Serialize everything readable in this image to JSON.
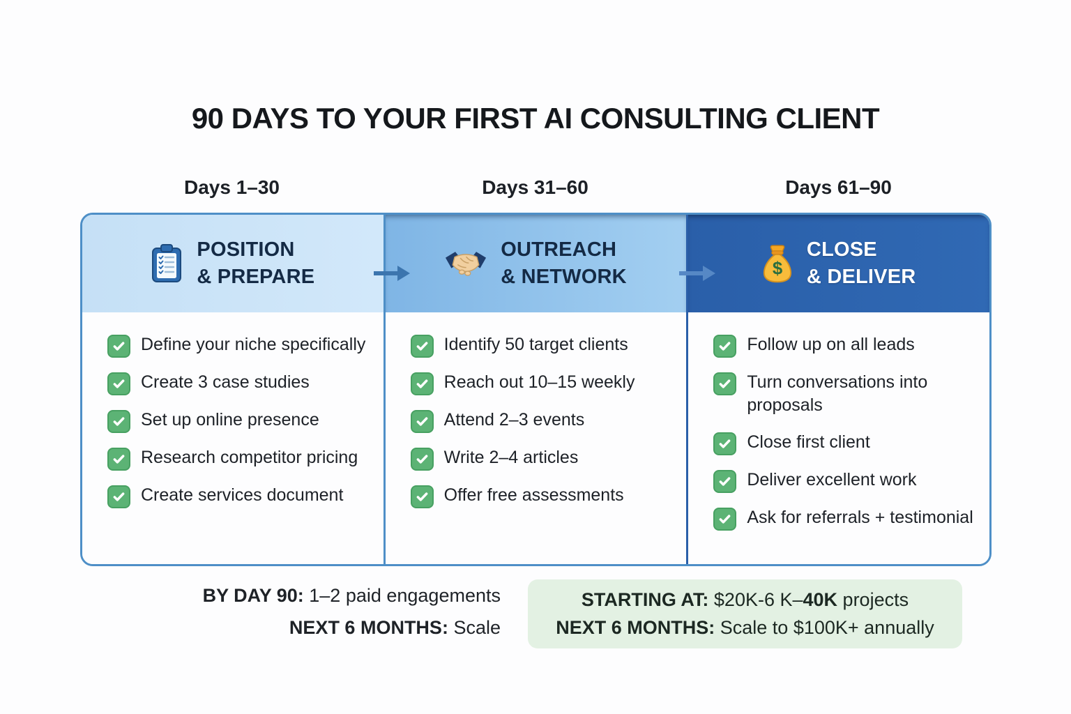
{
  "title": "90 DAYS TO YOUR FIRST AI CONSULTING CLIENT",
  "columns": [
    {
      "period": "Days 1–30",
      "icon": "clipboard-icon",
      "header_line1": "POSITION",
      "header_line2": "& PREPARE",
      "items": [
        "Define your niche specifically",
        "Create 3 case studies",
        "Set up online presence",
        "Research competitor pricing",
        "Create services document"
      ]
    },
    {
      "period": "Days 31–60",
      "icon": "handshake-icon",
      "header_line1": "OUTREACH",
      "header_line2": "& NETWORK",
      "items": [
        "Identify 50 target clients",
        "Reach out 10–15 weekly",
        "Attend 2–3 events",
        "Write 2–4 articles",
        "Offer free assessments"
      ]
    },
    {
      "period": "Days 61–90",
      "icon": "money-bag-icon",
      "header_line1": "CLOSE",
      "header_line2": "& DELIVER",
      "items": [
        "Follow up on all leads",
        "Turn conversations into proposals",
        "Close first client",
        "Deliver excellent work",
        "Ask for referrals + testimonial"
      ]
    }
  ],
  "footer": {
    "left": [
      {
        "label": "BY DAY 90:",
        "text": "1–2 paid engagements"
      },
      {
        "label": "NEXT 6 MONTHS:",
        "text": "Scale"
      }
    ],
    "highlight": {
      "line1": {
        "label": "STARTING AT:",
        "text_pre": "$20K-6 K–",
        "text_bold": "40K",
        "text_post": "projects"
      },
      "line2": {
        "label": "NEXT 6 MONTHS:",
        "text": "Scale to $100K+ annually"
      }
    }
  },
  "colors": {
    "accent-dark": "#2a5fa9",
    "accent-mid": "#85bae8",
    "accent-light": "#cbe4f8",
    "border-blue": "#4e8fc7",
    "check-green": "#5cb375",
    "highlight-bg": "#e3f1e3"
  }
}
